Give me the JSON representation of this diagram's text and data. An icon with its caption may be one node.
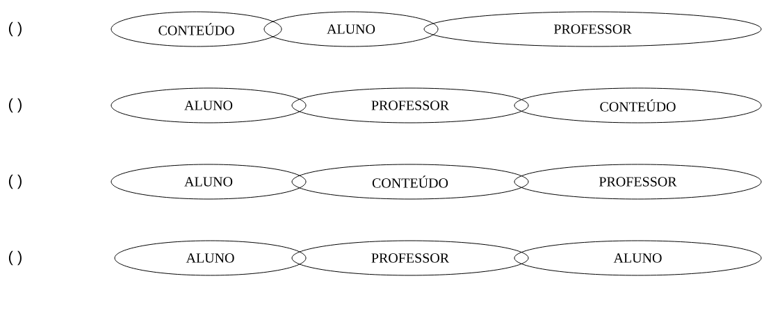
{
  "diagram": {
    "nodes": [
      {
        "text": [
          "CONTEÚDO"
        ]
      },
      {
        "text": [
          "ALUNO"
        ]
      },
      {
        "text": [
          "PROFESSOR"
        ]
      },
      {
        "text": [
          "ALUNO"
        ]
      },
      {
        "text": [
          "PROFESSOR"
        ]
      },
      {
        "text": [
          "CONTEÚDO"
        ]
      },
      {
        "text": [
          "ALUNO"
        ]
      },
      {
        "text": [
          "CONTEÚDO"
        ]
      },
      {
        "text": [
          "PROFESSOR"
        ]
      },
      {
        "text": [
          "ALUNO"
        ]
      },
      {
        "text": [
          "PROFESSOR"
        ]
      },
      {
        "text": [
          "ALUNO"
        ]
      }
    ],
    "labels": [
      "( )",
      "( )",
      "( )",
      "( )"
    ]
  }
}
